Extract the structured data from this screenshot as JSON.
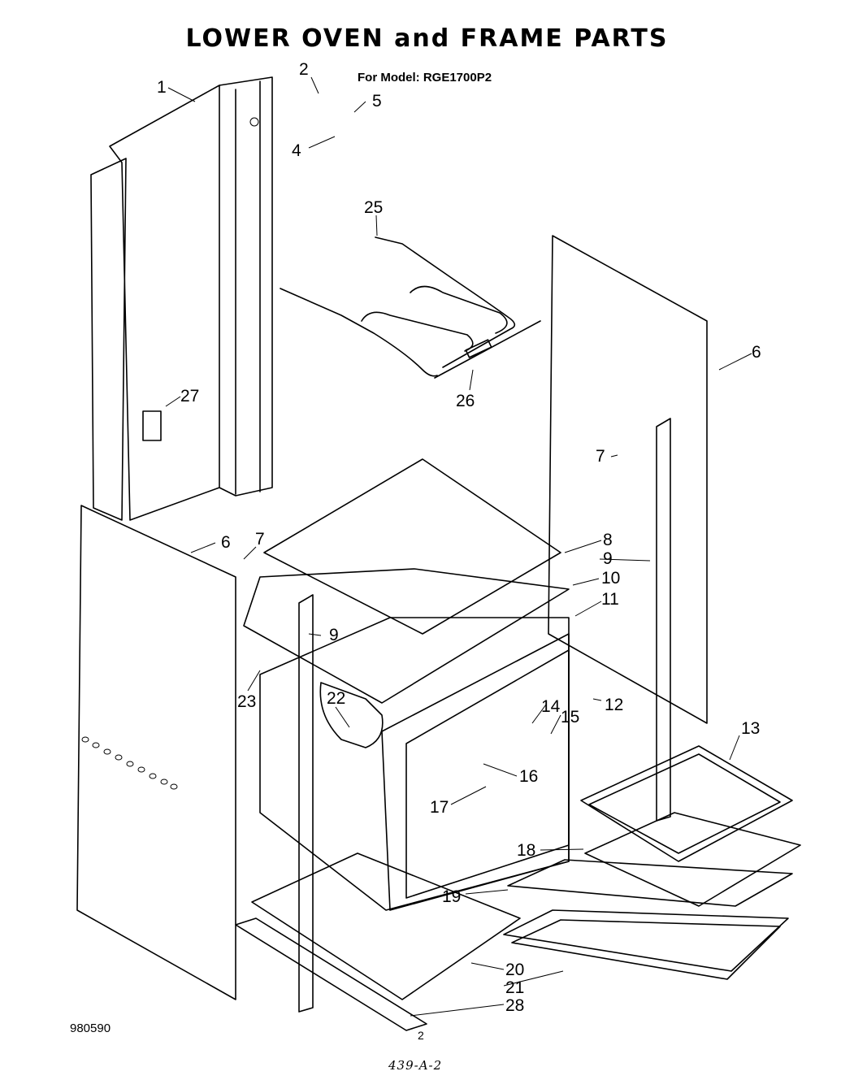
{
  "header": {
    "title": "LOWER OVEN and FRAME PARTS",
    "model": "For Model: RGE1700P2"
  },
  "callouts": [
    {
      "id": "c1",
      "text": "1"
    },
    {
      "id": "c2",
      "text": "2"
    },
    {
      "id": "c5",
      "text": "5"
    },
    {
      "id": "c4",
      "text": "4"
    },
    {
      "id": "c25",
      "text": "25"
    },
    {
      "id": "c26",
      "text": "26"
    },
    {
      "id": "c6r",
      "text": "6"
    },
    {
      "id": "c27",
      "text": "27"
    },
    {
      "id": "c7r",
      "text": "7"
    },
    {
      "id": "c6l",
      "text": "6"
    },
    {
      "id": "c7l",
      "text": "7"
    },
    {
      "id": "c8",
      "text": "8"
    },
    {
      "id": "c9r",
      "text": "9"
    },
    {
      "id": "c10",
      "text": "10"
    },
    {
      "id": "c11",
      "text": "11"
    },
    {
      "id": "c9l",
      "text": "9"
    },
    {
      "id": "c23",
      "text": "23"
    },
    {
      "id": "c22",
      "text": "22"
    },
    {
      "id": "c14",
      "text": "14"
    },
    {
      "id": "c15",
      "text": "15"
    },
    {
      "id": "c12",
      "text": "12"
    },
    {
      "id": "c13",
      "text": "13"
    },
    {
      "id": "c16",
      "text": "16"
    },
    {
      "id": "c17",
      "text": "17"
    },
    {
      "id": "c18",
      "text": "18"
    },
    {
      "id": "c19",
      "text": "19"
    },
    {
      "id": "c20",
      "text": "20"
    },
    {
      "id": "c21",
      "text": "21"
    },
    {
      "id": "c28",
      "text": "28"
    }
  ],
  "footer": {
    "drawing_number": "980590",
    "page_number": "2",
    "handwritten_note": "439-A-2"
  }
}
